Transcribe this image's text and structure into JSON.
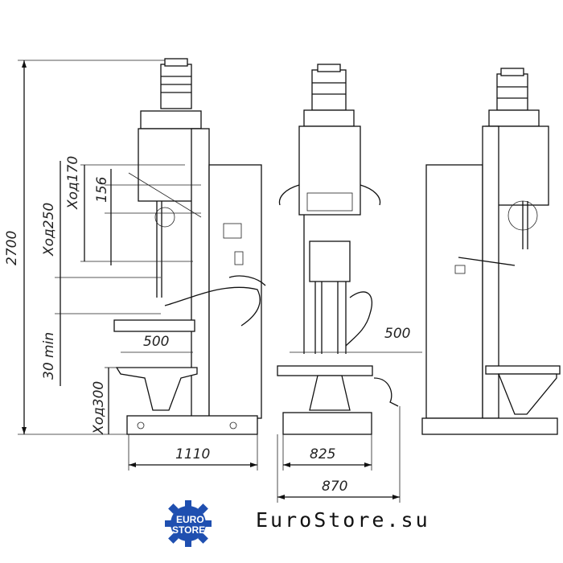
{
  "drawing": {
    "dims": {
      "height_total": "2700",
      "travel_250": "Ход250",
      "travel_170": "Ход170",
      "d156": "156",
      "table_500": "500",
      "min30": "30 min",
      "travel_300": "Ход300",
      "base_1110": "1110",
      "base_825": "825",
      "base_870": "870",
      "reach_500": "500"
    }
  },
  "footer": {
    "logo_line1": "EURO",
    "logo_line2": "STORE",
    "site": "EuroStore.su"
  },
  "colors": {
    "logo_blue": "#1f4fb0",
    "line": "#111111"
  }
}
